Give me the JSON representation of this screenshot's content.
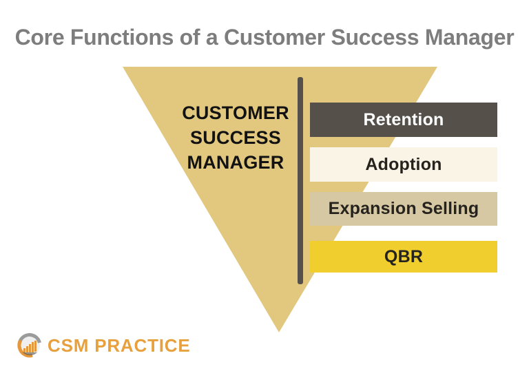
{
  "title": "Core Functions of a Customer Success Manager",
  "funnel": {
    "label_lines": "CUSTOMER\nSUCCESS\nMANAGER",
    "fill_color": "#E2C87E"
  },
  "separator_color": "#55504B",
  "functions": [
    {
      "label": "Retention",
      "bg": "#55504A",
      "text_color": "#FFFFFF"
    },
    {
      "label": "Adoption",
      "bg": "#FAF4E6",
      "text_color": "#26231E"
    },
    {
      "label": "Expansion Selling",
      "bg": "#D5C8A2",
      "text_color": "#26231E"
    },
    {
      "label": "QBR",
      "bg": "#F0CE2E",
      "text_color": "#26231E"
    }
  ],
  "logo": {
    "text": "CSM PRACTICE",
    "text_color": "#E8A03C",
    "icon": "bar-chart-circle-icon",
    "icon_orange": "#E5983B",
    "icon_gray": "#9B9B9B"
  },
  "colors": {
    "title": "#7D7D7D",
    "background": "#FFFFFF"
  }
}
